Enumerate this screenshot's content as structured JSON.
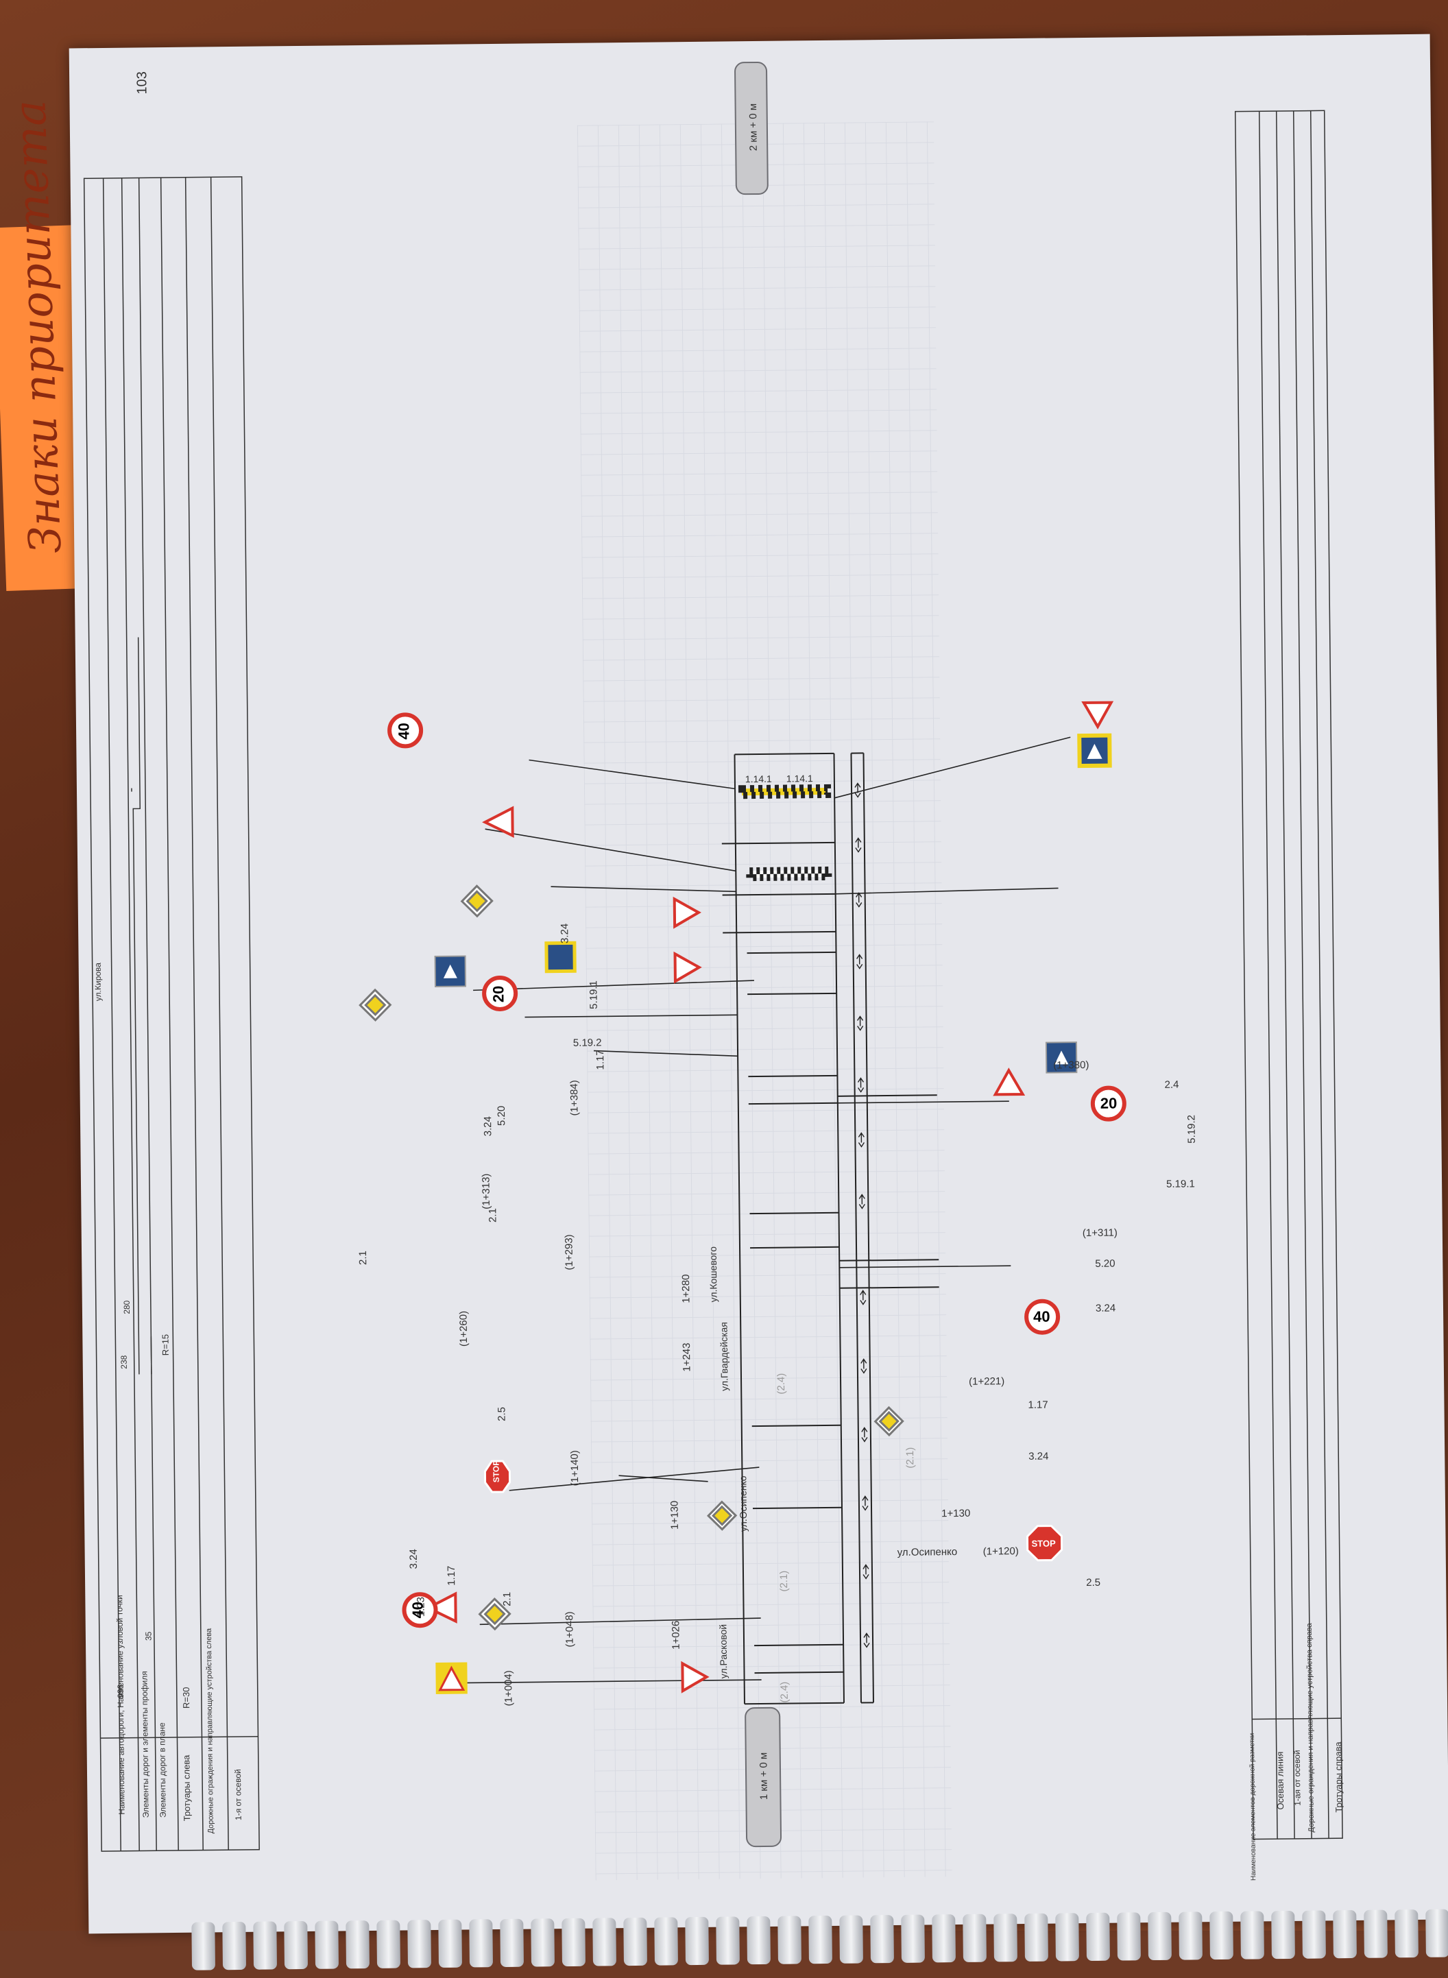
{
  "page": {
    "number": "103",
    "sticky_note": "Знаки приоритета"
  },
  "markers": {
    "km_start": "1 км + 0 м",
    "km_end": "2 км + 0 м"
  },
  "left_table": {
    "rows": [
      "Наименование автодороги, Наименование узловой точки",
      "Элементы дорог и элементы профиля",
      "Элементы дорог в плане",
      "Тротуары слева",
      "Дорожные ограждения и направляющие устройства слева",
      "1-я от осевой"
    ],
    "values": {
      "v996": "996",
      "v35": "35",
      "v238": "238",
      "v280": "280",
      "r30": "R=30",
      "r15": "R=15"
    },
    "street_top": "ул.Кирова"
  },
  "right_table": {
    "rows": [
      "Осевая линия",
      "1-ая от осевой",
      "Дорожные ограждения и направляющие устройства справа",
      "Тротуары справа",
      "Наименование элементов дорожной разметки"
    ]
  },
  "streets": {
    "raskovoy": "ул.Расковой",
    "osipenko_left": "ул.Осипенко",
    "osipenko_right": "ул.Осипенко",
    "gvardeyskaya": "ул.Гвардейская",
    "koshevogo": "ул.Кошевого"
  },
  "stations": {
    "s1004": "(1+004)",
    "s1026": "1+026",
    "s1048": "(1+048)",
    "s1130a": "1+130",
    "s1130b": "1+130",
    "s1140": "(1+140)",
    "s1120": "(1+120)",
    "s1221": "(1+221)",
    "s1243": "1+243",
    "s1260": "(1+260)",
    "s1280": "1+280",
    "s1293": "(1+293)",
    "s1311": "(1+311)",
    "s1313": "(1+313)",
    "s1384": "(1+384)",
    "s1380": "(1+380)"
  },
  "sign_codes": {
    "c123": "1.23",
    "c117a": "1.17",
    "c324a": "3.24",
    "c21a": "2.1",
    "c21b": "2.1",
    "c21c": "2.1",
    "c25a": "2.5",
    "c25b": "2.5",
    "c117b": "1.17",
    "c324b": "3.24",
    "c520a": "5.20",
    "c324c": "3.24",
    "c520b": "5.20",
    "c324d": "3.24",
    "c5191a": "5.19.1",
    "c5192a": "5.19.2",
    "c24": "2.4",
    "c117c": "1.17",
    "c5192b": "5.19.2",
    "c5191b": "5.19.1",
    "c324e": "3.24",
    "c24paren1": "(2.4)",
    "c24paren2": "(2.4)",
    "c21paren1": "(2.1)",
    "c21paren2": "(2.1)"
  },
  "sign_values": {
    "speed40": "40",
    "speed20": "20",
    "stop": "STOP"
  },
  "markings": {
    "m1141a": "1.14.1",
    "m1141b": "1.14.1"
  },
  "colors": {
    "sign_red": "#d8342c",
    "sign_yellow": "#f0d21e",
    "sign_blue": "#2a4f86",
    "road": "#222222"
  }
}
